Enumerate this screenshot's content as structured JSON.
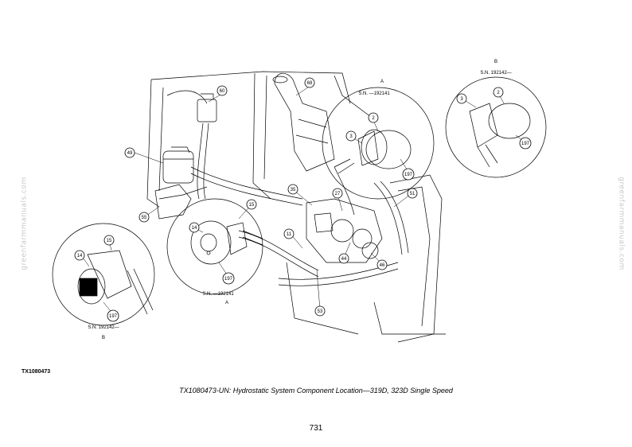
{
  "watermark": "greenfarmmanuals.com",
  "figure_id": "TX1080473",
  "caption": "TX1080473-UN: Hydrostatic System Component Location—319D, 323D Single Speed",
  "page_number": "731",
  "detail_a": {
    "letter": "A",
    "serial": "S.N. —192141"
  },
  "detail_b": {
    "letter": "B",
    "serial": "S.N. 192142—"
  },
  "callouts": {
    "c60": "60",
    "c68": "68",
    "c49": "49",
    "c55": "55",
    "c35": "35",
    "c27": "27",
    "c51": "51",
    "c3_main": "3",
    "c11": "11",
    "c44": "44",
    "c46": "46",
    "c53": "53",
    "a_2": "2",
    "a_197": "197",
    "a_14": "14",
    "a_15": "15",
    "a2_197": "197",
    "b_3": "3",
    "b_2": "2",
    "b_197": "197",
    "b2_15": "15",
    "b2_14": "14",
    "b2_197": "197"
  }
}
